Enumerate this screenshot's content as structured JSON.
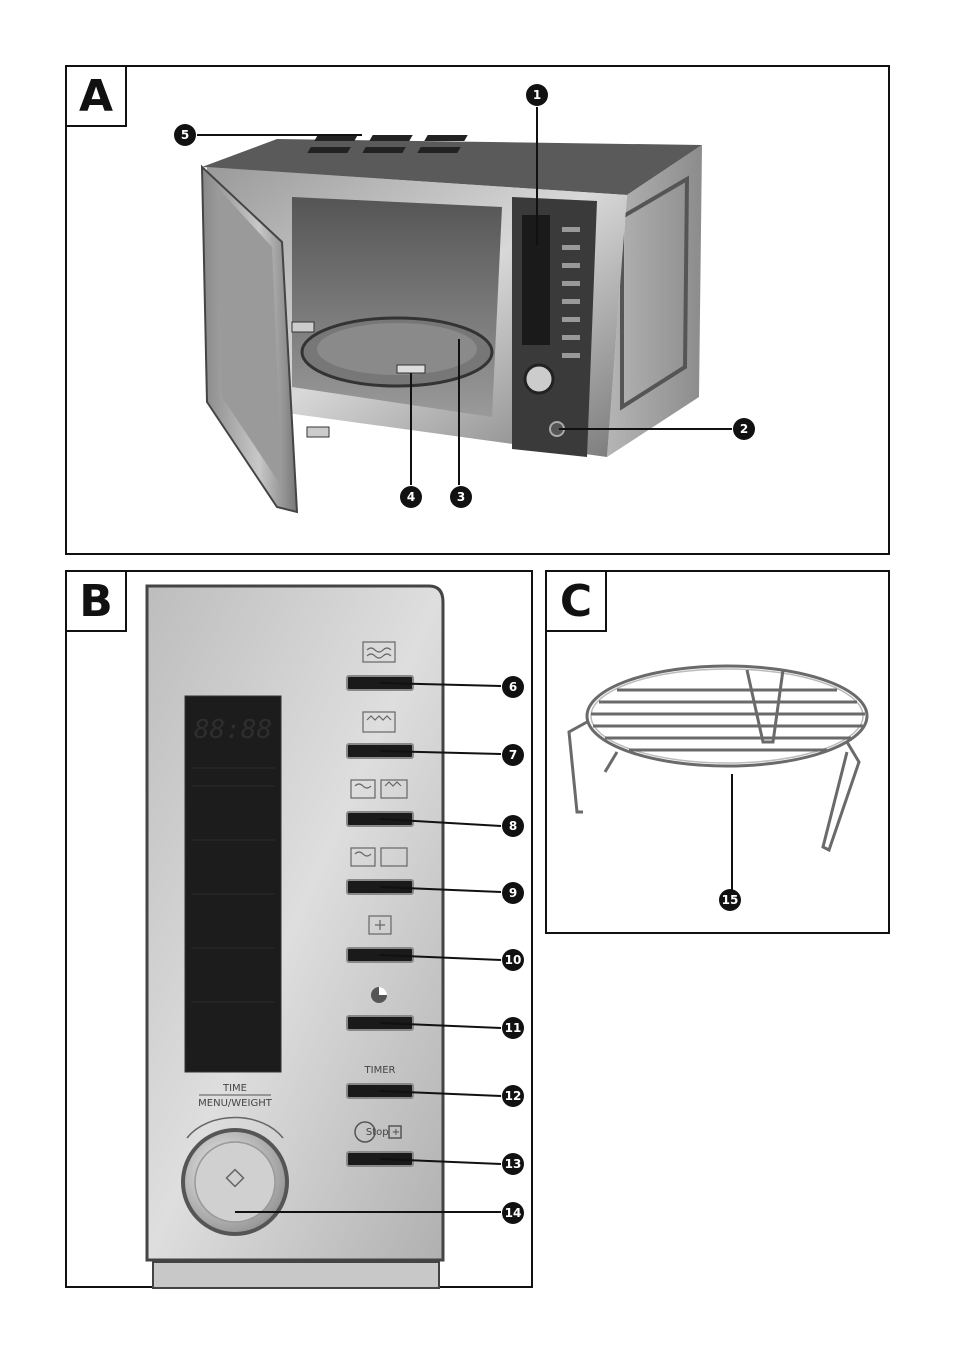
{
  "panels": [
    {
      "id": "A",
      "letter": "A"
    },
    {
      "id": "B",
      "letter": "B"
    },
    {
      "id": "C",
      "letter": "C"
    }
  ],
  "callouts": {
    "c1": "1",
    "c2": "2",
    "c3": "3",
    "c4": "4",
    "c5": "5",
    "c6": "6",
    "c7": "7",
    "c8": "8",
    "c9": "9",
    "c10": "10",
    "c11": "11",
    "c12": "12",
    "c13": "13",
    "c14": "14",
    "c15": "15"
  },
  "control_panel": {
    "display_digits": "88:88",
    "timer_label": "TIMER",
    "knob_label_top": "TIME",
    "knob_label_bottom": "MENU/WEIGHT",
    "stop_lock_label": "Stop + "
  },
  "colors": {
    "steel_light": "#d6d6d6",
    "steel_dark": "#6a6a6a",
    "display_black": "#1c1c1c",
    "callout_black": "#111111"
  }
}
